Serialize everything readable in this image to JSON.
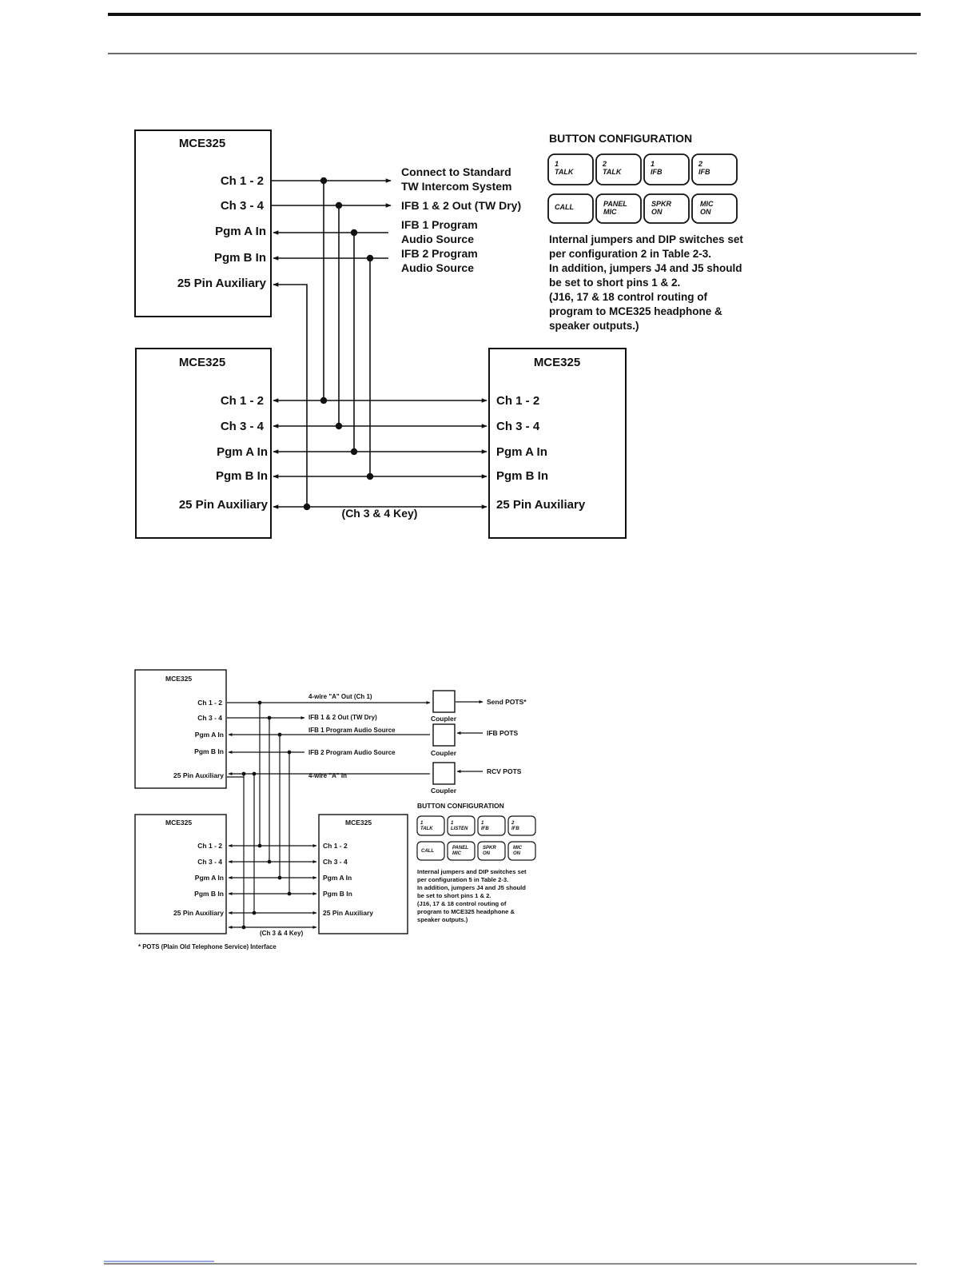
{
  "diagram1": {
    "unit_top": {
      "title": "MCE325",
      "ports": [
        "Ch 1 - 2",
        "Ch 3 - 4",
        "Pgm A In",
        "Pgm B In",
        "25 Pin Auxiliary"
      ]
    },
    "unit_left": {
      "title": "MCE325",
      "ports": [
        "Ch 1 - 2",
        "Ch 3 - 4",
        "Pgm A In",
        "Pgm B In",
        "25 Pin Auxiliary"
      ]
    },
    "unit_right": {
      "title": "MCE325",
      "ports": [
        "Ch 1 - 2",
        "Ch 3 - 4",
        "Pgm A In",
        "Pgm B In",
        "25 Pin Auxiliary"
      ]
    },
    "external": {
      "tw_line1": "Connect to Standard",
      "tw_line2": "TW Intercom System",
      "ifb_out": "IFB 1 & 2 Out (TW Dry)",
      "ifb1_line1": "IFB 1 Program",
      "ifb1_line2": "Audio Source",
      "ifb2_line1": "IFB 2 Program",
      "ifb2_line2": "Audio Source"
    },
    "aux_link": "(Ch 3 & 4 Key)",
    "button_config": {
      "title": "BUTTON CONFIGURATION",
      "row1": [
        {
          "l1": "1",
          "l2": "TALK"
        },
        {
          "l1": "2",
          "l2": "TALK"
        },
        {
          "l1": "1",
          "l2": "IFB"
        },
        {
          "l1": "2",
          "l2": "IFB"
        }
      ],
      "row2": [
        {
          "l1": "CALL",
          "l2": ""
        },
        {
          "l1": "PANEL",
          "l2": "MIC"
        },
        {
          "l1": "SPKR",
          "l2": "ON"
        },
        {
          "l1": "MIC",
          "l2": "ON"
        }
      ]
    },
    "note": [
      "Internal jumpers and DIP switches set",
      "per configuration 2 in Table 2-3.",
      "In addition, jumpers J4 and J5 should",
      "be set to short pins 1 & 2.",
      "(J16, 17 & 18 control routing of",
      "program to MCE325 headphone &",
      "speaker outputs.)"
    ]
  },
  "diagram2": {
    "unit_top": {
      "title": "MCE325",
      "ports": [
        "Ch 1 - 2",
        "Ch 3 - 4",
        "Pgm A In",
        "Pgm B In",
        "25 Pin Auxiliary"
      ]
    },
    "unit_left": {
      "title": "MCE325",
      "ports": [
        "Ch 1 - 2",
        "Ch 3 - 4",
        "Pgm A In",
        "Pgm B In",
        "25 Pin Auxiliary"
      ]
    },
    "unit_right": {
      "title": "MCE325",
      "ports": [
        "Ch 1 - 2",
        "Ch 3 - 4",
        "Pgm A In",
        "Pgm B In",
        "25 Pin Auxiliary"
      ]
    },
    "signals": {
      "out_a": "4-wire \"A\" Out (Ch 1)",
      "ifb_out": "IFB 1 & 2 Out (TW Dry)",
      "ifb1_src": "IFB 1 Program Audio Source",
      "ifb2_src": "IFB 2 Program Audio Source",
      "in_a": "4-wire \"A\" In"
    },
    "couplers": {
      "label": "Coupler",
      "send": "Send POTS*",
      "ifb": "IFB POTS",
      "rcv": "RCV POTS"
    },
    "aux_link": "(Ch 3 & 4 Key)",
    "footnote": "* POTS (Plain Old Telephone Service) Interface",
    "button_config": {
      "title": "BUTTON CONFIGURATION",
      "row1": [
        {
          "l1": "1",
          "l2": "TALK"
        },
        {
          "l1": "1",
          "l2": "LISTEN"
        },
        {
          "l1": "1",
          "l2": "IFB"
        },
        {
          "l1": "2",
          "l2": "IFB"
        }
      ],
      "row2": [
        {
          "l1": "CALL",
          "l2": ""
        },
        {
          "l1": "PANEL",
          "l2": "MIC"
        },
        {
          "l1": "SPKR",
          "l2": "ON"
        },
        {
          "l1": "MIC",
          "l2": "ON"
        }
      ]
    },
    "note": [
      "Internal jumpers and DIP switches set",
      "per configuration 5 in Table 2-3.",
      "In addition, jumpers J4 and J5 should",
      "be set to short pins 1 & 2.",
      "(J16, 17 & 18 control routing of",
      "program to MCE325 headphone &",
      "speaker outputs.)"
    ]
  }
}
